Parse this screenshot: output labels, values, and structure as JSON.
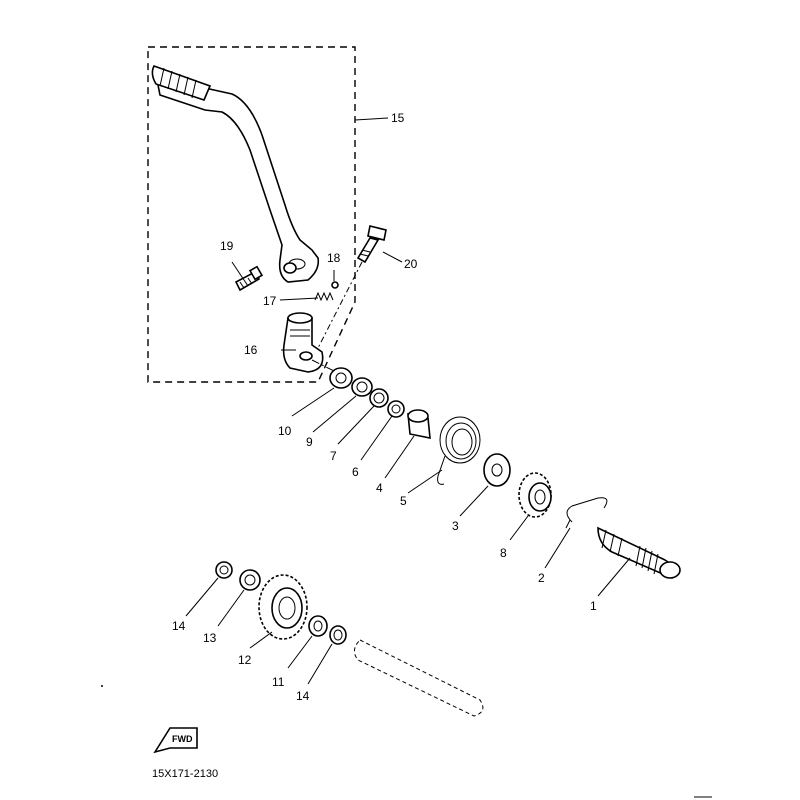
{
  "diagram": {
    "drawing_code": "15X171-2130",
    "direction_tag": "FWD",
    "callouts": {
      "c1": "1",
      "c2": "2",
      "c3": "3",
      "c4": "4",
      "c5": "5",
      "c6": "6",
      "c7": "7",
      "c8": "8",
      "c9": "9",
      "c10": "10",
      "c11": "11",
      "c12": "12",
      "c13": "13",
      "c14a": "14",
      "c14b": "14",
      "c15": "15",
      "c16": "16",
      "c17": "17",
      "c18": "18",
      "c19": "19",
      "c20": "20"
    }
  }
}
